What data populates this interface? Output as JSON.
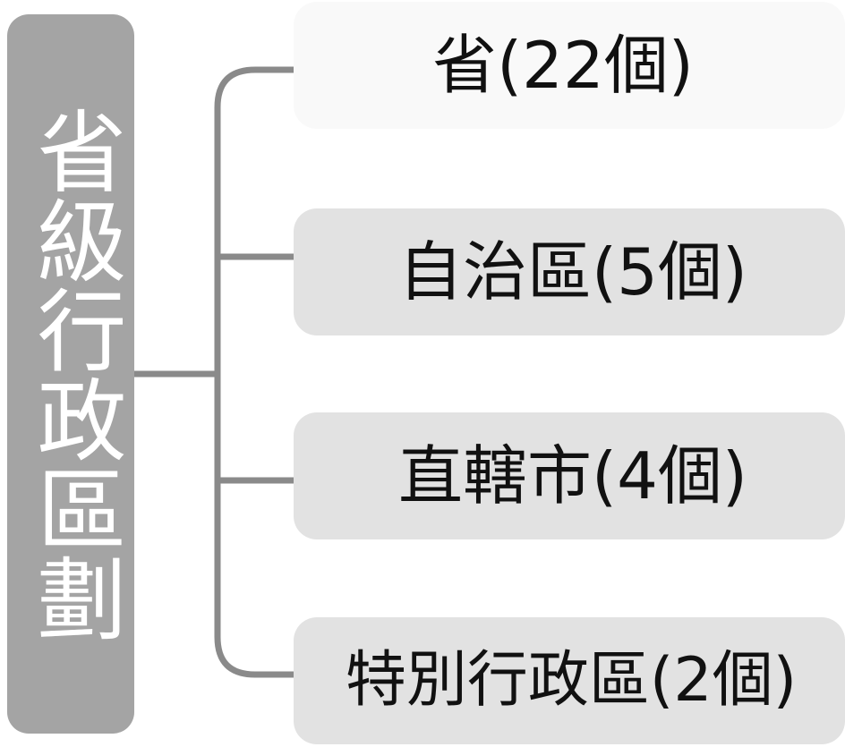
{
  "root": {
    "label": "省級行政區劃"
  },
  "branches": [
    {
      "label": "省(22個)"
    },
    {
      "label": "自治區(5個)"
    },
    {
      "label": "直轄市(4個)"
    },
    {
      "label": "特別行政區(2個)"
    }
  ],
  "colors": {
    "root_fill": "#a4a4a4",
    "root_text": "#ffffff",
    "branch_fill_first": "#f9f9f9",
    "branch_fill": "#e2e2e2",
    "connector": "#8a8a8a",
    "branch_text": "#111111"
  }
}
